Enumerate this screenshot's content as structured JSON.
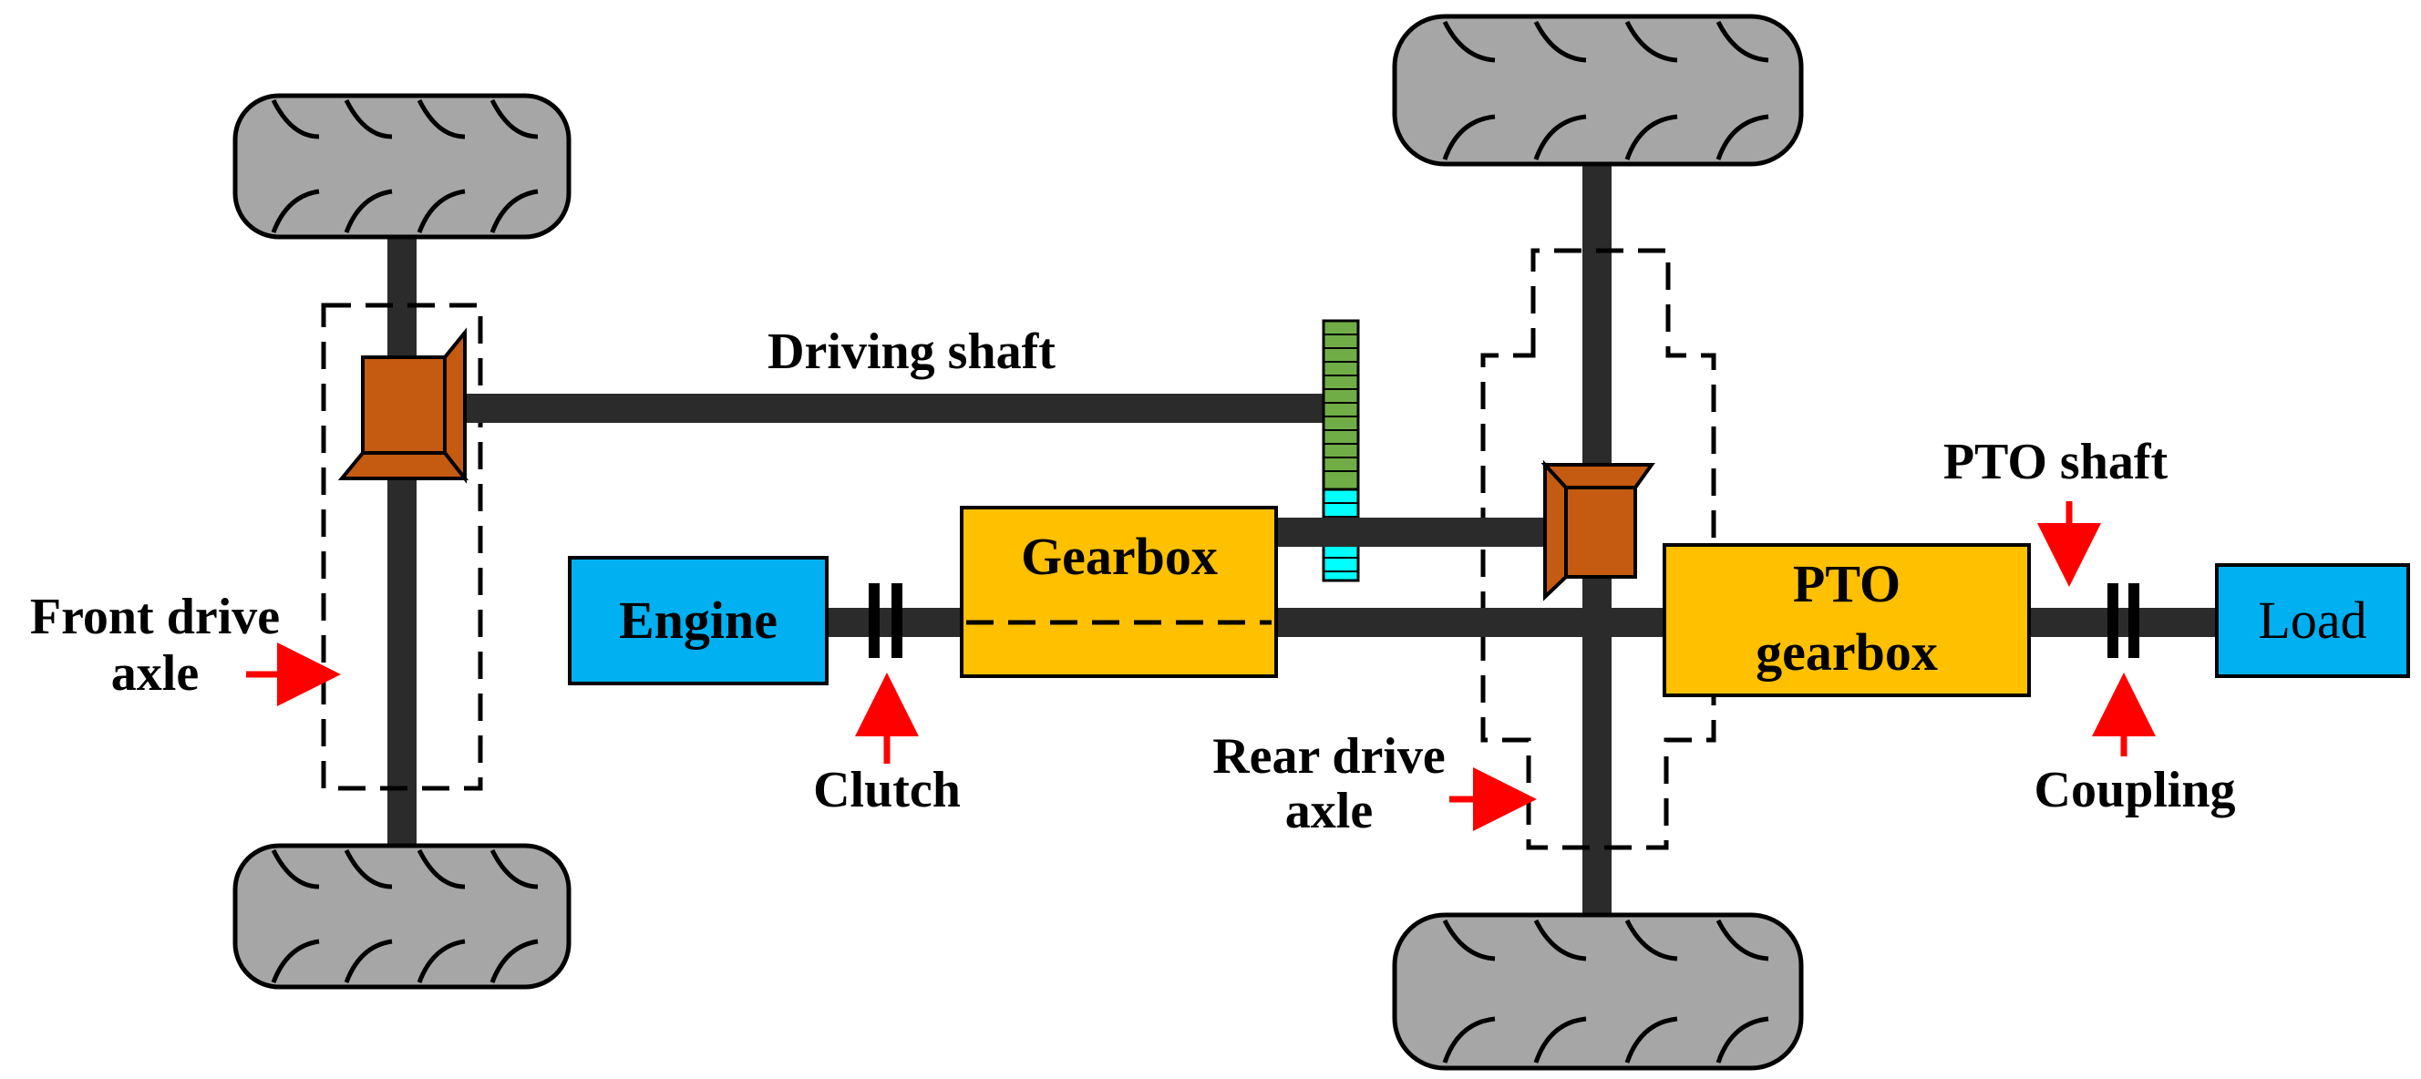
{
  "labels": {
    "driving_shaft": "Driving shaft",
    "front_drive_axle_line1": "Front drive",
    "front_drive_axle_line2": "axle",
    "engine": "Engine",
    "clutch": "Clutch",
    "gearbox": "Gearbox",
    "rear_drive_axle_line1": "Rear drive",
    "rear_drive_axle_line2": "axle",
    "pto_gearbox_line1": "PTO",
    "pto_gearbox_line2": "gearbox",
    "pto_shaft": "PTO shaft",
    "coupling": "Coupling",
    "load": "Load"
  },
  "colors": {
    "engine": "#00b0f0",
    "load": "#00b0f0",
    "gearbox": "#ffc000",
    "pto_gearbox": "#ffc000",
    "bevel_gear": "#c55a11",
    "transfer_gear_upper": "#70ad47",
    "transfer_gear_lower": "#00ffff",
    "shaft": "#2b2b2b",
    "tire": "#a6a6a6",
    "arrow": "#ff0000"
  }
}
